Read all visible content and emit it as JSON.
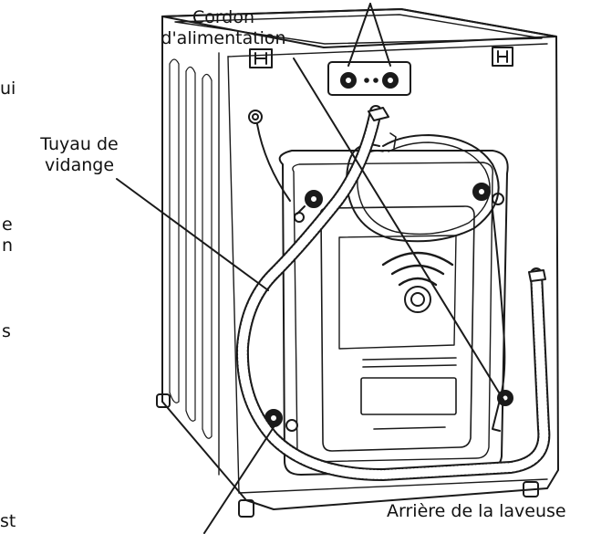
{
  "labels": {
    "power_cord_line1": "Cordon",
    "power_cord_line2": "d'alimentation",
    "drain_hose_line1": "Tuyau de",
    "drain_hose_line2": "vidange",
    "caption": "Arrière de la laveuse"
  },
  "left_margin_fragments": [
    "ui",
    "e",
    "n",
    "s",
    "st"
  ],
  "colors": {
    "line": "#1a1a1a",
    "background": "#ffffff"
  }
}
